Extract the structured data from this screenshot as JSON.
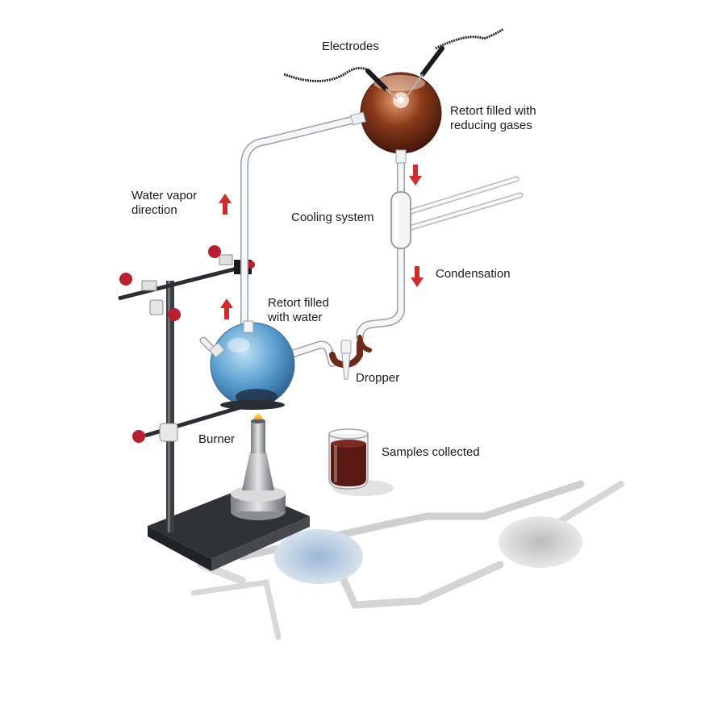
{
  "labels": {
    "electrodes": "Electrodes",
    "retort_gases_line1": "Retort filled with",
    "retort_gases_line2": "reducing gases",
    "water_vapor_line1": "Water vapor",
    "water_vapor_line2": "direction",
    "cooling_system": "Cooling system",
    "condensation": "Condensation",
    "retort_water_line1": "Retort filled",
    "retort_water_line2": "with water",
    "dropper": "Dropper",
    "burner": "Burner",
    "samples_collected": "Samples collected"
  },
  "colors": {
    "arrow_red": "#d42a2a",
    "water_blue": "#5a9fd0",
    "gas_brown": "#6e2a14",
    "glass": "#f4f6f7",
    "knob_red": "#b81f2f",
    "stand_dark": "#3a3d42",
    "sample_liquid": "#5a1a14"
  },
  "icons": {
    "flow_arrow": "red-arrow-icon",
    "knob": "red-knob-icon"
  }
}
